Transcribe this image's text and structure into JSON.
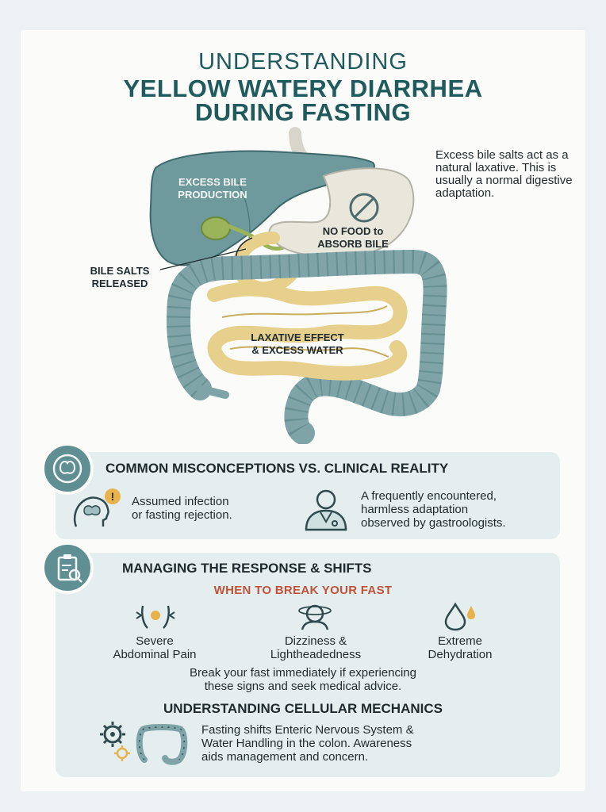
{
  "header": {
    "line1": "UNDERSTANDING",
    "line2": "YELLOW WATERY DIARRHEA",
    "line3": "DURING FASTING"
  },
  "diagram": {
    "side_note": "Excess bile salts act as a natural laxative. This is usually a normal digestive adaptation.",
    "liver_label_1": "EXCESS BILE",
    "liver_label_2": "PRODUCTION",
    "stomach_label_1": "NO FOOD to",
    "stomach_label_2": "ABSORB BILE",
    "bile_label_1": "BILE SALTS",
    "bile_label_2": "RELEASED",
    "intestine_label_1": "LAXATIVE EFFECT",
    "intestine_label_2": "& EXCESS WATER"
  },
  "misconceptions": {
    "heading": "COMMON MISCONCEPTIONS VS. CLINICAL REALITY",
    "myth_1": "Assumed infection",
    "myth_2": "or fasting rejection.",
    "fact_1": "A frequently encountered,",
    "fact_2": "harmless adaptation",
    "fact_3": "observed by gastroologists."
  },
  "managing": {
    "heading": "MANAGING THE RESPONSE & SHIFTS",
    "subheading": "WHEN TO BREAK YOUR FAST",
    "signs": [
      {
        "line1": "Severe",
        "line2": "Abdominal Pain",
        "icon": "abdominal-pain-icon"
      },
      {
        "line1": "Dizziness &",
        "line2": "Lightheadedness",
        "icon": "dizziness-icon"
      },
      {
        "line1": "Extreme",
        "line2": "Dehydration",
        "icon": "water-drop-icon"
      }
    ],
    "advice_1": "Break your fast immediately if experiencing",
    "advice_2": "these signs and seek medical advice.",
    "mech_heading": "UNDERSTANDING CELLULAR MECHANICS",
    "mech_1": "Fasting shifts Enteric Nervous System &",
    "mech_2": "Water Handling in the colon. Awareness",
    "mech_3": "aids management and concern."
  },
  "colors": {
    "teal": "#1f5a5c",
    "panel": "#e5eeef",
    "organ": "#6f9a9d",
    "intestine": "#e7d08c",
    "warning": "#c0523a"
  }
}
